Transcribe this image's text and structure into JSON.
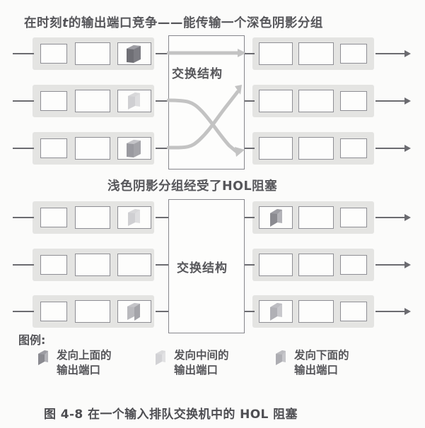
{
  "figure": {
    "caption": "图 4-8    在一个输入排队交换机中的 HOL 阻塞",
    "top_title_a": "在时刻",
    "top_title_t": "t",
    "top_title_b": "的输出端口竞争——能传输一个深色阴影分组",
    "middle_title": "浅色阴影分组经受了HOL阻塞",
    "fabric_label": "交换结构"
  },
  "legend": {
    "heading": "图例:",
    "items": [
      {
        "shade": "dark",
        "color": "#8f8f95",
        "line1": "发向上面的",
        "line2": "输出端口"
      },
      {
        "shade": "light",
        "color": "#d2d2d2",
        "line1": "发向中间的",
        "line2": "输出端口"
      },
      {
        "shade": "medium",
        "color": "#adadb2",
        "line1": "发向下面的",
        "line2": "输出端口"
      }
    ]
  },
  "colors": {
    "band": "#e4e4e2",
    "cell_border": "#8e8e94",
    "wire": "#6b6b70",
    "fabric_border": "#86868c",
    "path": "#c3c3c3",
    "text": "#56565a"
  },
  "diagram_top": {
    "name": "contention-at-time-t",
    "input_rows": [
      {
        "row": 1,
        "cells": [
          "empty",
          "empty",
          "dark"
        ]
      },
      {
        "row": 2,
        "cells": [
          "empty",
          "empty",
          "light"
        ]
      },
      {
        "row": 3,
        "cells": [
          "empty",
          "empty",
          "medium"
        ]
      }
    ],
    "output_rows": [
      {
        "row": 1,
        "cells": [
          "empty",
          "empty",
          "empty"
        ]
      },
      {
        "row": 2,
        "cells": [
          "empty",
          "empty",
          "empty"
        ]
      },
      {
        "row": 3,
        "cells": [
          "empty",
          "empty",
          "empty"
        ]
      }
    ],
    "paths": [
      {
        "from_input": 1,
        "to_output": 1,
        "style": "straight"
      },
      {
        "from_input": 2,
        "to_output": 3,
        "style": "curve-down"
      },
      {
        "from_input": 3,
        "to_output": 2,
        "style": "curve-up"
      }
    ]
  },
  "diagram_bottom": {
    "name": "hol-blocking",
    "input_rows": [
      {
        "row": 1,
        "cells": [
          "empty",
          "empty",
          "light"
        ]
      },
      {
        "row": 2,
        "cells": [
          "empty",
          "empty",
          "empty"
        ]
      },
      {
        "row": 3,
        "cells": [
          "empty",
          "empty",
          "medium"
        ]
      }
    ],
    "output_rows": [
      {
        "row": 1,
        "cells": [
          "dark",
          "empty",
          "empty"
        ]
      },
      {
        "row": 2,
        "cells": [
          "empty",
          "empty",
          "empty"
        ]
      },
      {
        "row": 3,
        "cells": [
          "medium",
          "empty",
          "empty"
        ]
      }
    ],
    "paths": []
  }
}
